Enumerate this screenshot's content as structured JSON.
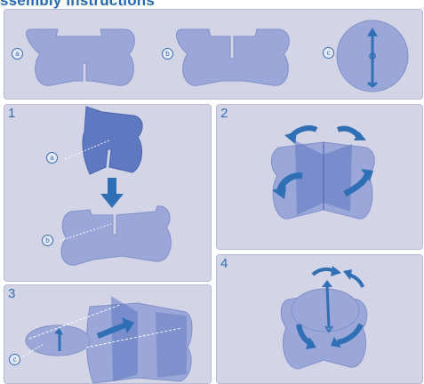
{
  "title": "ssembly instructions",
  "parts": {
    "a": "a",
    "b": "b",
    "c": "c"
  },
  "steps": {
    "s1": "1",
    "s2": "2",
    "s3": "3",
    "s4": "4"
  },
  "colors": {
    "accent": "#2f6fb5",
    "piece_light": "#9aa7d8",
    "piece_dark": "#5f78c2",
    "panel": "#d3d4e6"
  }
}
